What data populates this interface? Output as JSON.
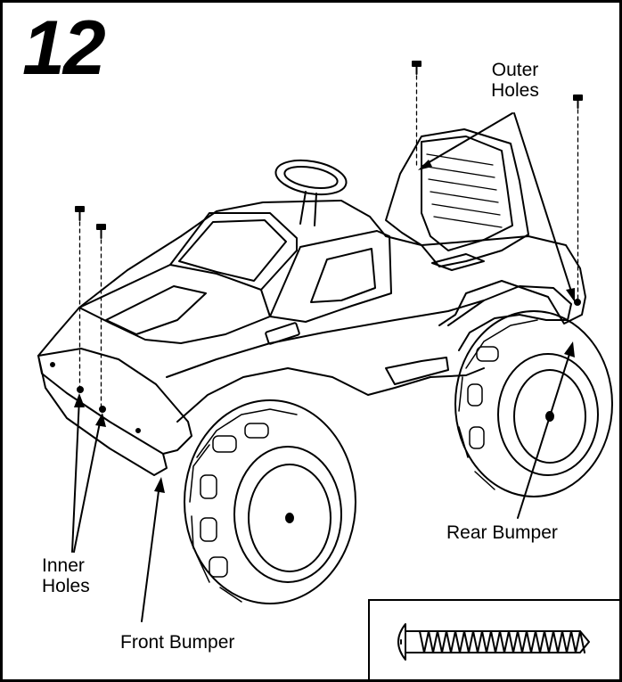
{
  "step": {
    "number": "12"
  },
  "labels": {
    "outer_holes": "Outer\nHoles",
    "inner_holes": "Inner\nHoles",
    "front_bumper": "Front Bumper",
    "rear_bumper": "Rear Bumper"
  },
  "icons": {
    "vehicle": "ride-on-truck-illustration",
    "screw": "screw-icon",
    "arrow": "leader-arrow"
  },
  "colors": {
    "line": "#000000",
    "background": "#ffffff"
  }
}
